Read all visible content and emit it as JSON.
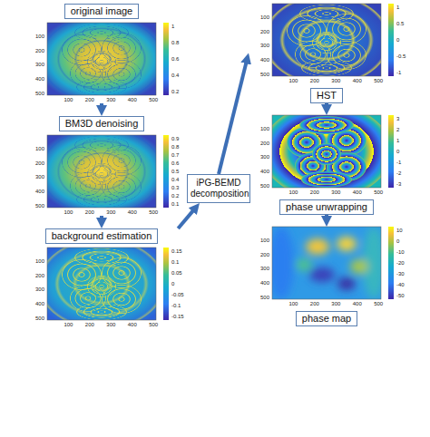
{
  "diagram": {
    "nodes": [
      {
        "text": [
          "original image"
        ]
      },
      {
        "text": [
          "BM3D denoising"
        ]
      },
      {
        "text": [
          "background estimation"
        ]
      },
      {
        "text": [
          "iPG-BEMD decomposition"
        ]
      },
      {
        "text": [
          "HST"
        ]
      },
      {
        "text": [
          "phase unwrapping"
        ]
      },
      {
        "text": [
          "phase map"
        ]
      }
    ],
    "edges": [
      {
        "from": 0,
        "to": 1,
        "arrow": "to"
      },
      {
        "from": 1,
        "to": 2,
        "arrow": "to"
      },
      {
        "from": 2,
        "to": 3,
        "arrow": "to"
      },
      {
        "from": 3,
        "to": 4,
        "arrow": "to"
      },
      {
        "from": 4,
        "to": 5,
        "arrow": "to"
      },
      {
        "from": 5,
        "to": 6,
        "arrow": "to"
      }
    ],
    "labels": [
      "100",
      "200",
      "300",
      "400",
      "500",
      "100",
      "200",
      "300",
      "400",
      "500",
      "1",
      "0.8",
      "0.6",
      "0.4",
      "0.2",
      "100",
      "200",
      "300",
      "400",
      "500",
      "100",
      "200",
      "300",
      "400",
      "500",
      "0.9",
      "0.8",
      "0.7",
      "0.6",
      "0.5",
      "0.4",
      "0.3",
      "0.2",
      "0.1",
      "100",
      "200",
      "300",
      "400",
      "500",
      "100",
      "200",
      "300",
      "400",
      "500",
      "0.15",
      "0.1",
      "0.05",
      "0",
      "-0.05",
      "-0.1",
      "-0.15",
      "100",
      "200",
      "300",
      "400",
      "500",
      "100",
      "200",
      "300",
      "400",
      "500",
      "1",
      "0.5",
      "0",
      "-0.5",
      "-1",
      "100",
      "200",
      "300",
      "400",
      "500",
      "100",
      "200",
      "300",
      "400",
      "500",
      "3",
      "2",
      "1",
      "0",
      "-1",
      "-2",
      "-3",
      "100",
      "200",
      "300",
      "400",
      "500",
      "100",
      "200",
      "300",
      "400",
      "500",
      "10",
      "0",
      "-10",
      "-20",
      "-30",
      "-40",
      "-50"
    ]
  }
}
